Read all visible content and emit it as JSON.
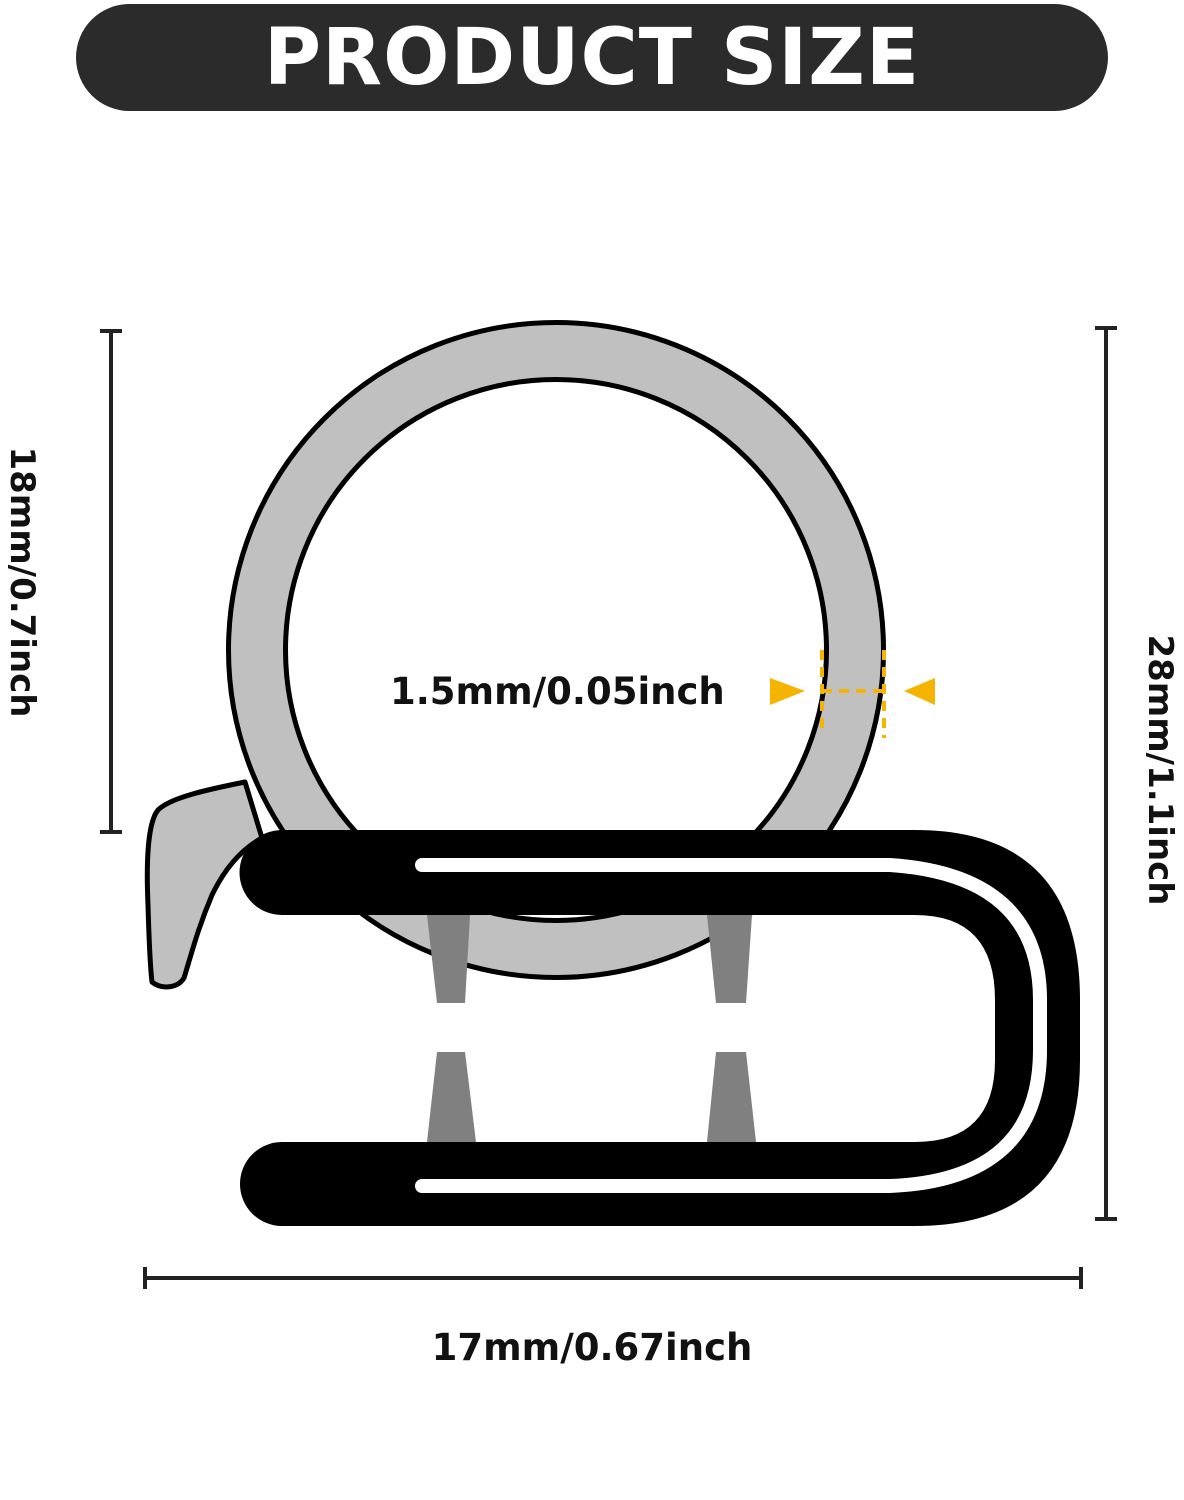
{
  "title": "PRODUCT SIZE",
  "dimensions": {
    "thickness": "1.5mm/0.05inch",
    "clip_width": "17mm/0.67inch",
    "ring_height": "18mm/0.7inch",
    "total_height": "28mm/1.1inch"
  },
  "colors": {
    "banner": "#2b2b2b",
    "ring_fill": "#c0c0c0",
    "clip_fill": "#000000",
    "teeth": "#808080",
    "accent_arrow": "#f5b400"
  }
}
